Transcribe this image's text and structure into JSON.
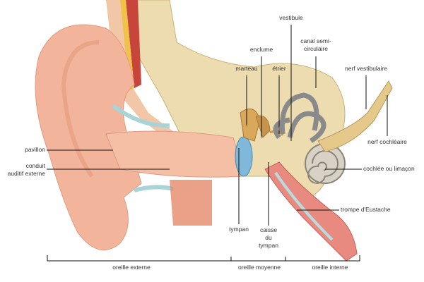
{
  "labels": {
    "vestibule": "vestibule",
    "canal_semi_1": "canal semi-",
    "canal_semi_2": "circulaire",
    "enclume": "enclume",
    "marteau": "marteau",
    "etrier": "étrier",
    "nerf_vestibulaire": "nerf  vestibulaire",
    "nerf_cochleaire": "nerf cochléaire",
    "cochlee": "cochlée ou limaçon",
    "trompe": "trompe d'Eustache",
    "pavillon": "pavillon",
    "conduit_1": "conduit",
    "conduit_2": "auditif externe",
    "tympan": "tympan",
    "caisse_1": "caisse",
    "caisse_2": "du",
    "caisse_3": "tympan"
  },
  "sections": {
    "externe": "oreille externe",
    "moyenne": "oreille moyenne",
    "interne": "oreille interne"
  }
}
